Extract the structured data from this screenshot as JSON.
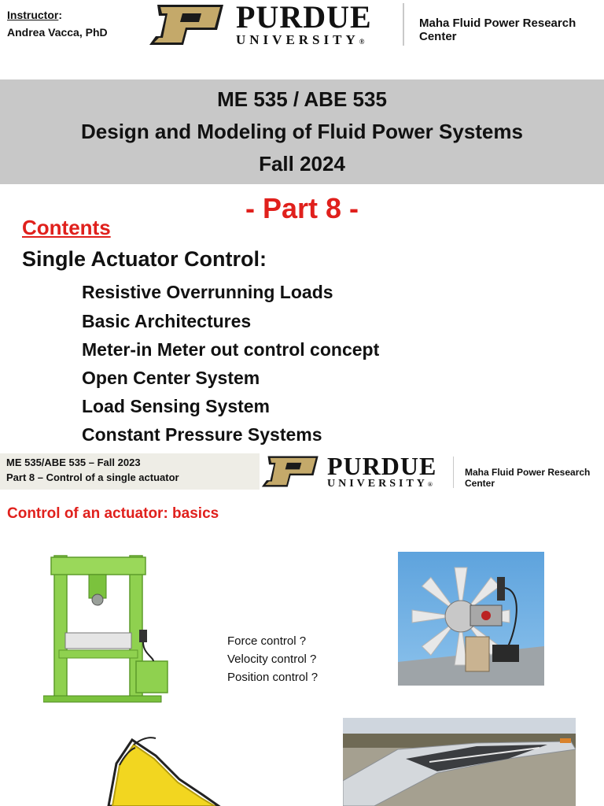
{
  "slide1": {
    "instructor_label": "Instructor",
    "instructor_colon": ":",
    "instructor_name": "Andrea Vacca, PhD",
    "logo": {
      "wordmark": "PURDUE",
      "subline": "UNIVERSITY",
      "registered": "®"
    },
    "center": "Maha Fluid Power Research Center",
    "title_lines": [
      "ME 535 / ABE 535",
      "Design and Modeling of Fluid Power Systems",
      "Fall 2024"
    ],
    "part": "- Part 8  -",
    "contents_heading": "Contents",
    "section_heading": "Single Actuator Control:",
    "items": [
      "Resistive Overrunning Loads",
      "Basic Architectures",
      "Meter-in Meter out control concept",
      "Open Center System",
      "Load Sensing System",
      "Constant Pressure Systems"
    ]
  },
  "slide2": {
    "course_line": "ME 535/ABE 535 – Fall 2023",
    "part_line": "Part 8 – Control of a single actuator",
    "logo": {
      "wordmark": "PURDUE",
      "subline": "UNIVERSITY",
      "registered": "®"
    },
    "center": "Maha Fluid Power Research Center",
    "title": "Control of an actuator: basics",
    "questions": [
      "Force control ?",
      "Velocity control ?",
      "Position control ?"
    ]
  },
  "colors": {
    "accent_red": "#e0201c",
    "purdue_gold": "#c4a96a",
    "band_gray": "#c8c8c8"
  }
}
